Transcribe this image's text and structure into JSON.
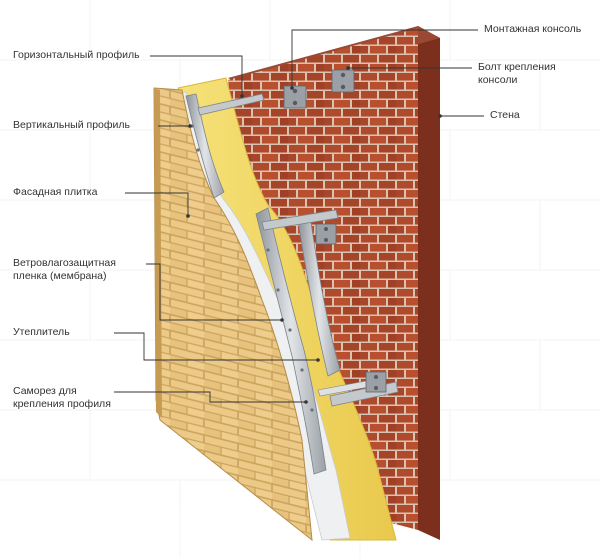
{
  "labels": {
    "horizontal_profile": "Горизонтальный профиль",
    "vertical_profile": "Вертикальный профиль",
    "facade_tile": "Фасадная плитка",
    "membrane_line1": "Ветровлагозащитная",
    "membrane_line2": "пленка (мембрана)",
    "insulation": "Утеплитель",
    "screw_line1": "Саморез для",
    "screw_line2": "крепления профиля",
    "mounting_console": "Монтажная консоль",
    "bolt_line1": "Болт крепления",
    "bolt_line2": "консоли",
    "wall": "Стена"
  },
  "colors": {
    "brick": "#b04a2c",
    "brick_dark": "#8a3620",
    "mortar": "#d9c3b0",
    "insulation": "#f2d860",
    "membrane": "#eef0f2",
    "tile": "#e9c784",
    "tile_joint": "#c9a35c",
    "metal": "#b9bec4",
    "leader": "#333333"
  }
}
